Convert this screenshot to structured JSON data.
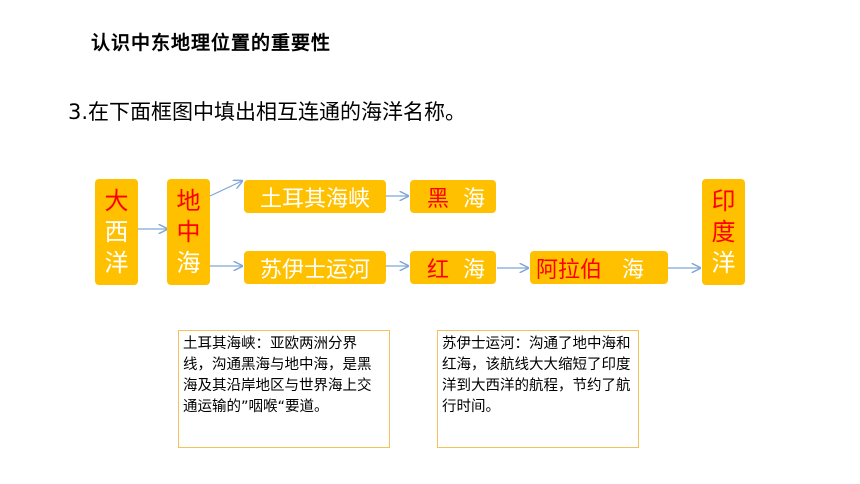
{
  "title": "认识中东地理位置的重要性",
  "question": "3.在下面框图中填出相互连通的海洋名称。",
  "boxes": {
    "atlantic": [
      "大",
      "西",
      "洋"
    ],
    "mediterranean": [
      "地",
      "中",
      "海"
    ],
    "turkish_strait": "土耳其海峡",
    "black_sea": {
      "first": "黑",
      "second": "海"
    },
    "suez_canal": "苏伊士运河",
    "red_sea": {
      "first": "红",
      "second": "海"
    },
    "arabian_sea": {
      "first": "阿拉伯",
      "second": "海"
    },
    "indian_ocean": [
      "印",
      "度",
      "洋"
    ]
  },
  "notes": {
    "turkish_strait_note": "土耳其海峡：亚欧两洲分界线，沟通黑海与地中海，是黑海及其沿岸地区与世界海上交通运输的”咽喉“要道。",
    "suez_canal_note": "苏伊士运河：沟通了地中海和红海，该航线大大缩短了印度洋到大西洋的航程，节约了航行时间。"
  },
  "colors": {
    "box_fill": "#FFC000",
    "answer_red": "#FF0000",
    "arrow": "#7EA6D6",
    "note_border": "#F5C15A"
  }
}
